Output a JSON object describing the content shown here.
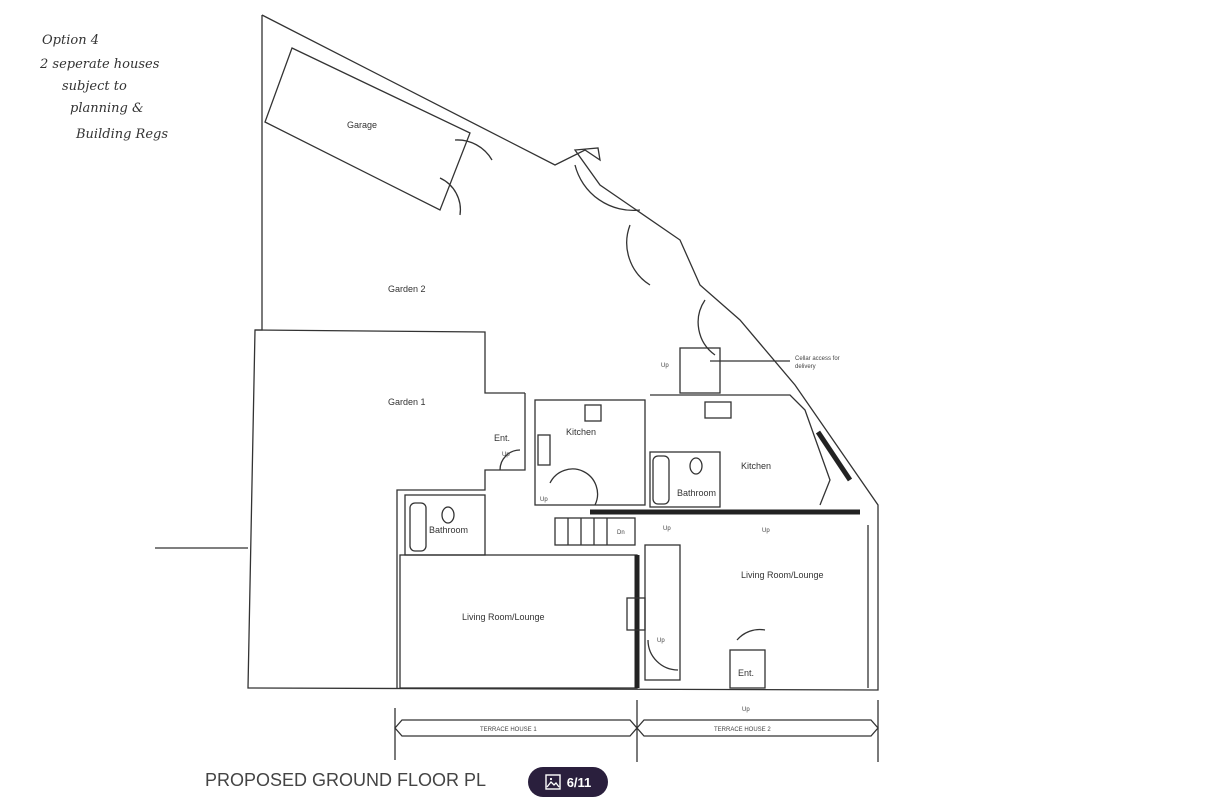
{
  "handwritten_note": [
    "Option 4",
    "2 seperate houses",
    "subject to",
    "planning &",
    "Building Regs"
  ],
  "rooms": {
    "garage": "Garage",
    "garden2": "Garden 2",
    "garden1": "Garden 1",
    "kitchen1": "Kitchen",
    "kitchen2": "Kitchen",
    "bathroom1": "Bathroom",
    "bathroom2": "Bathroom",
    "living1": "Living Room/Lounge",
    "living2": "Living Room/Lounge",
    "ent1": "Ent.",
    "ent2": "Ent."
  },
  "annotations": {
    "cellar": [
      "Cellar access for",
      "delivery"
    ],
    "up": "Up",
    "dn": "Dn"
  },
  "dimensions": {
    "house1": "TERRACE HOUSE 1",
    "house2": "TERRACE HOUSE 2"
  },
  "title": "PROPOSED GROUND FLOOR PL",
  "viewer": {
    "counter": "6/11",
    "icon": "image-gallery-icon",
    "badge_color": "#2a1f3d"
  }
}
